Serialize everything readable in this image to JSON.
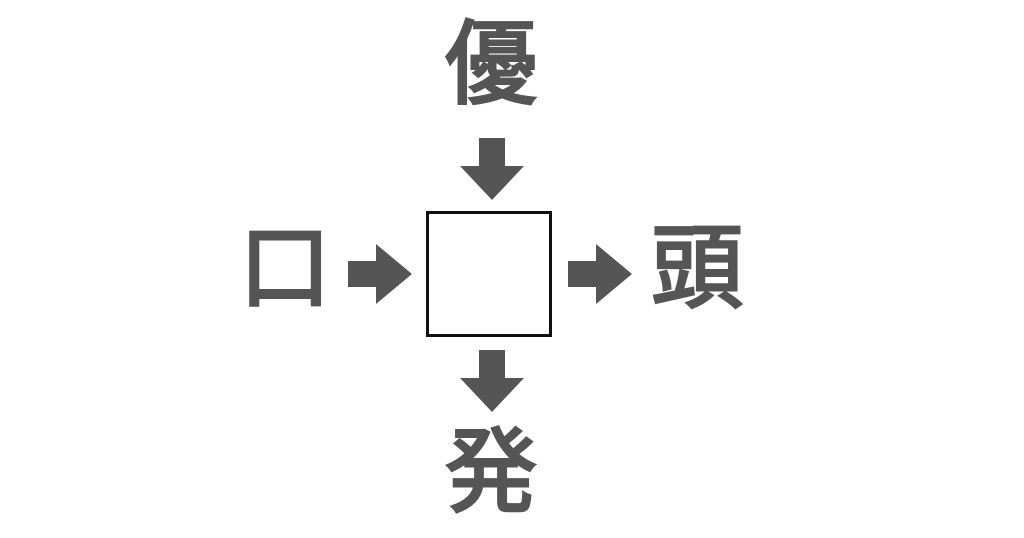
{
  "puzzle": {
    "top": "優",
    "left": "口",
    "right": "頭",
    "bottom": "発",
    "answer": ""
  },
  "colors": {
    "text": "#555555",
    "arrow": "#555555",
    "box_border": "#111111",
    "background": "#ffffff"
  },
  "icons": {
    "top_arrow": "arrow-down-icon",
    "left_arrow": "arrow-right-icon",
    "right_arrow": "arrow-right-icon",
    "bottom_arrow": "arrow-down-icon"
  }
}
